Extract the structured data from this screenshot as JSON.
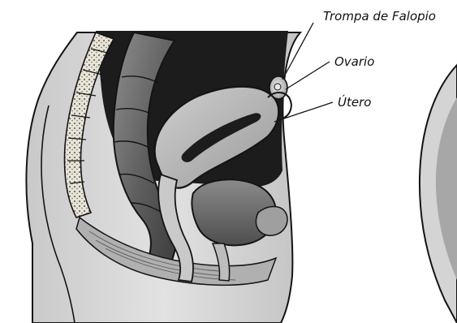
{
  "labels": {
    "fallopian_tube": "Trompa de Falopio",
    "ovary": "Ovario",
    "uterus": "Útero"
  },
  "colors": {
    "background": "#ffffff",
    "body_light": "#d6d6d6",
    "body_mid": "#a9a9a9",
    "body_dark": "#5e5e5e",
    "cavity": "#1c1c1c",
    "outline": "#141414",
    "bone": "#e9e4d6"
  }
}
